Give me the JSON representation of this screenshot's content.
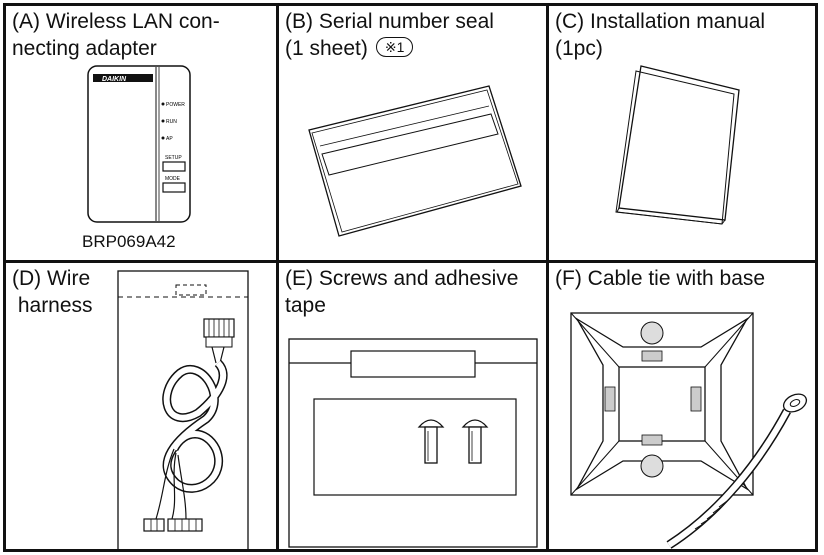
{
  "cells": {
    "A": {
      "label_lines": [
        "(A) Wireless LAN con-",
        "necting adapter"
      ],
      "model": "BRP069A42",
      "device": {
        "brand": "DAIKIN",
        "indicators": [
          "POWER",
          "RUN",
          "AP"
        ],
        "buttons": [
          "SETUP",
          "MODE"
        ]
      }
    },
    "B": {
      "label_lines": [
        "(B) Serial number seal",
        "(1 sheet)"
      ],
      "note": "※1"
    },
    "C": {
      "label_lines": [
        "(C) Installation manual",
        "(1pc)"
      ]
    },
    "D": {
      "label_lines": [
        "(D) Wire",
        " harness"
      ]
    },
    "E": {
      "label_lines": [
        "(E) Screws and adhesive",
        "tape"
      ]
    },
    "F": {
      "label_lines": [
        "(F) Cable tie with base"
      ]
    }
  }
}
